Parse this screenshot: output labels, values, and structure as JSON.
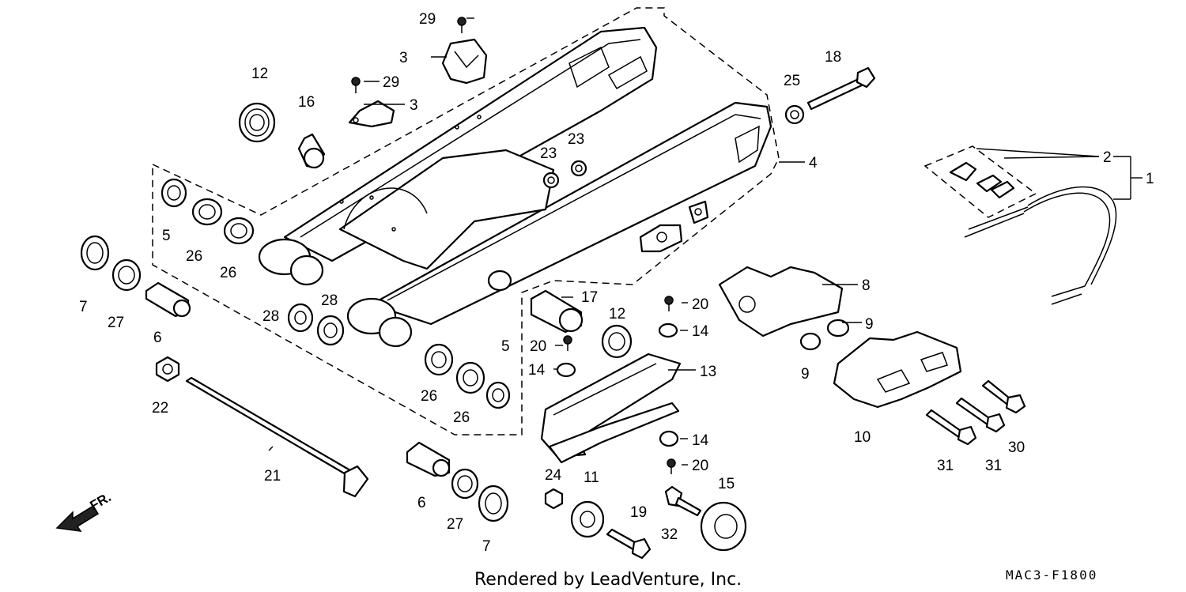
{
  "callouts": {
    "c1": "1",
    "c2": "2",
    "c3a": "3",
    "c3b": "3",
    "c4": "4",
    "c5a": "5",
    "c5b": "5",
    "c6a": "6",
    "c6b": "6",
    "c7a": "7",
    "c7b": "7",
    "c8": "8",
    "c9a": "9",
    "c9b": "9",
    "c10": "10",
    "c11": "11",
    "c12a": "12",
    "c12b": "12",
    "c13": "13",
    "c14a": "14",
    "c14b": "14",
    "c14c": "14",
    "c15": "15",
    "c16": "16",
    "c17": "17",
    "c18": "18",
    "c19": "19",
    "c20a": "20",
    "c20b": "20",
    "c20c": "20",
    "c21": "21",
    "c22": "22",
    "c23a": "23",
    "c23b": "23",
    "c24": "24",
    "c25": "25",
    "c26a": "26",
    "c26b": "26",
    "c26c": "26",
    "c26d": "26",
    "c27a": "27",
    "c27b": "27",
    "c28a": "28",
    "c28b": "28",
    "c29a": "29",
    "c29b": "29",
    "c30": "30",
    "c31a": "31",
    "c31b": "31",
    "c32": "32"
  },
  "direction_label": "FR.",
  "footer": {
    "rendered_by": "Rendered by LeadVenture, Inc.",
    "diagram_code": "MAC3-F1800"
  }
}
